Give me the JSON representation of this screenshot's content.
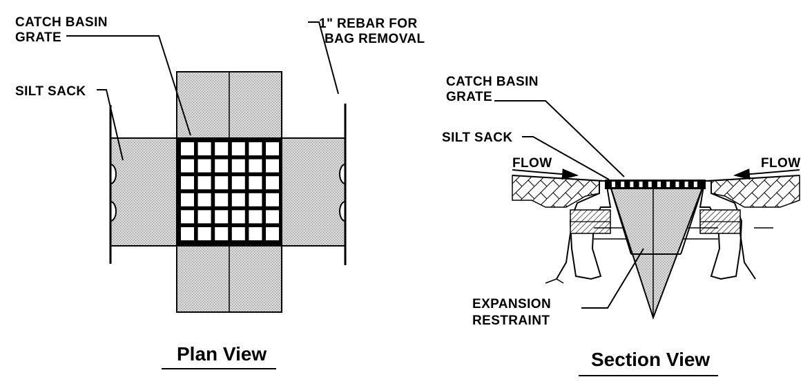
{
  "plan": {
    "title": "Plan View",
    "catch_basin": [
      "CATCH  BASIN",
      "GRATE"
    ],
    "rebar": [
      "1\"  REBAR  FOR",
      "BAG  REMOVAL"
    ],
    "silt_sack": "SILT  SACK"
  },
  "section": {
    "title": "Section View",
    "catch_basin": [
      "CATCH  BASIN",
      "GRATE"
    ],
    "silt_sack": "SILT  SACK",
    "flow_left": "FLOW",
    "flow_right": "FLOW",
    "expansion": [
      "EXPANSION",
      "RESTRAINT"
    ]
  },
  "colors": {
    "fill": "#cfcfcf",
    "line": "#000000"
  }
}
